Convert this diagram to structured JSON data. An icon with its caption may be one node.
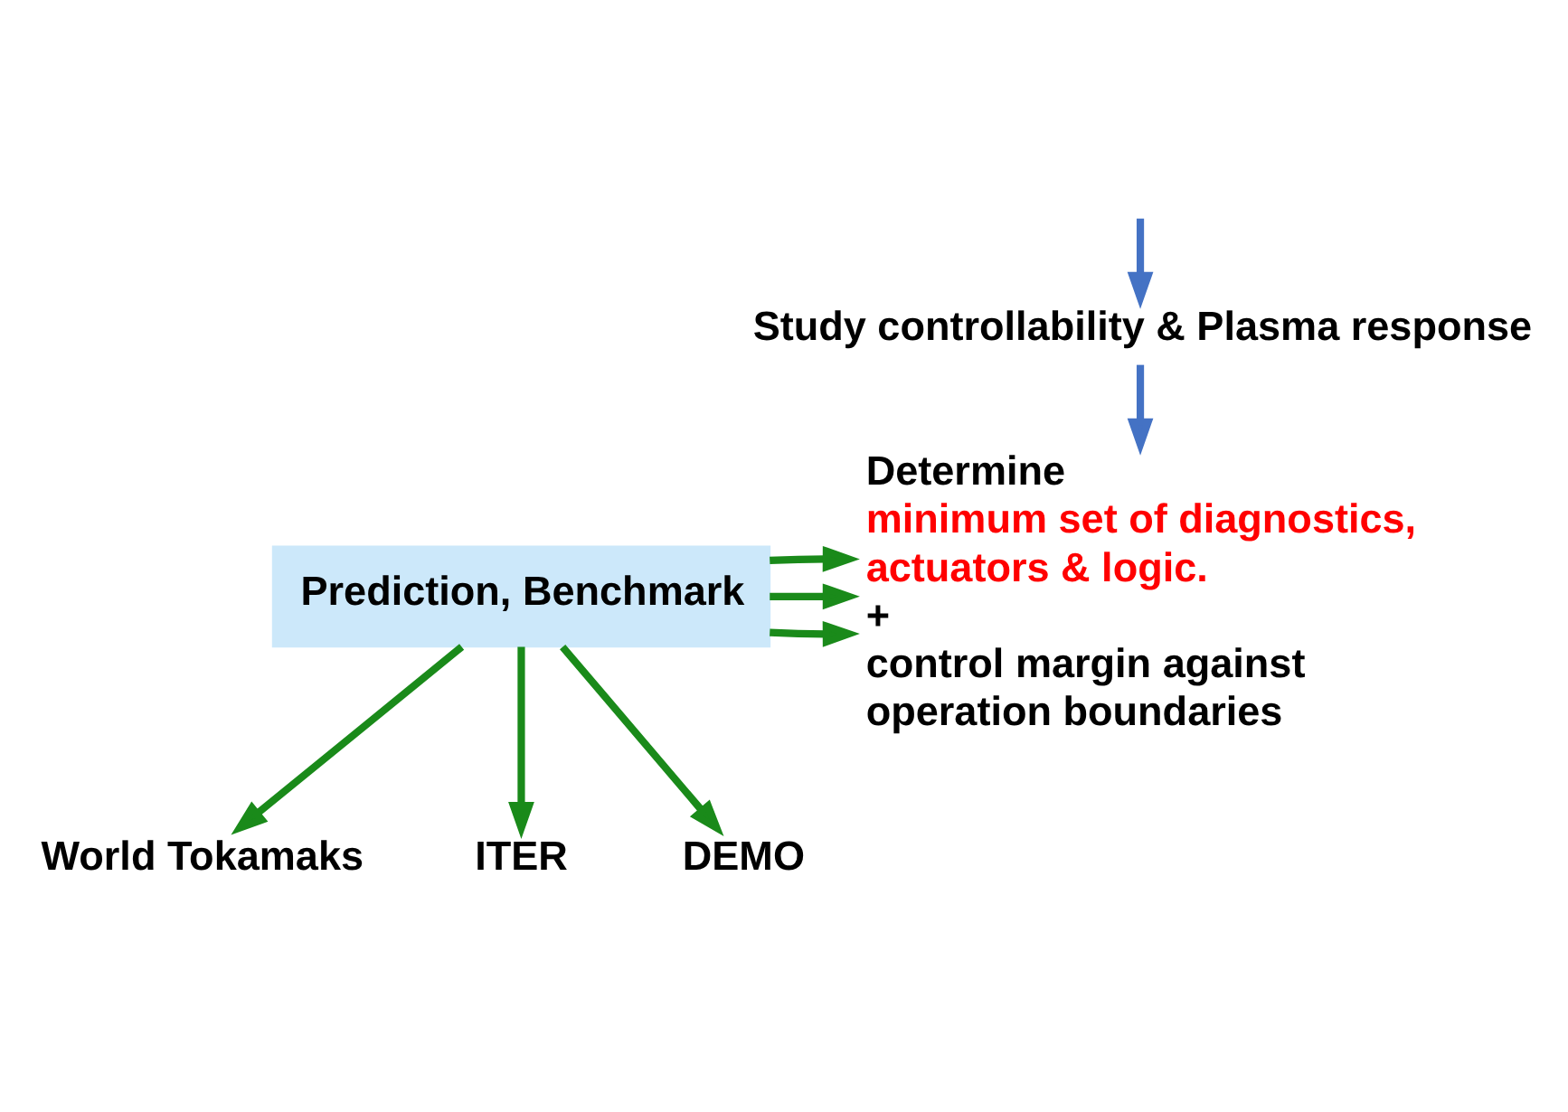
{
  "diagram": {
    "nodes": [
      {
        "text": [
          "Study controllability & Plasma response"
        ]
      },
      {
        "text": [
          "Determine",
          "minimum set of diagnostics, actuators & logic.",
          "+",
          "control margin against operation boundaries"
        ]
      },
      {
        "text": [
          "Prediction, Benchmark"
        ]
      },
      {
        "text": [
          "World Tokamaks"
        ]
      },
      {
        "text": [
          "ITER"
        ]
      },
      {
        "text": [
          "DEMO"
        ]
      }
    ],
    "edges": [
      {
        "from": null,
        "to": 0,
        "arrow": "to",
        "color": "#4472c4"
      },
      {
        "from": 0,
        "to": 1,
        "arrow": "to",
        "color": "#4472c4"
      },
      {
        "from": 2,
        "to": 3,
        "arrow": "to"
      },
      {
        "from": 2,
        "to": 1,
        "arrow": "to"
      },
      {
        "from": 2,
        "to": 4,
        "arrow": "to"
      },
      {
        "from": 2,
        "to": 1,
        "arrow": "to"
      },
      {
        "from": 2,
        "to": 1,
        "arrow": "to"
      },
      {
        "from": 2,
        "to": 5,
        "arrow": "to"
      }
    ]
  }
}
